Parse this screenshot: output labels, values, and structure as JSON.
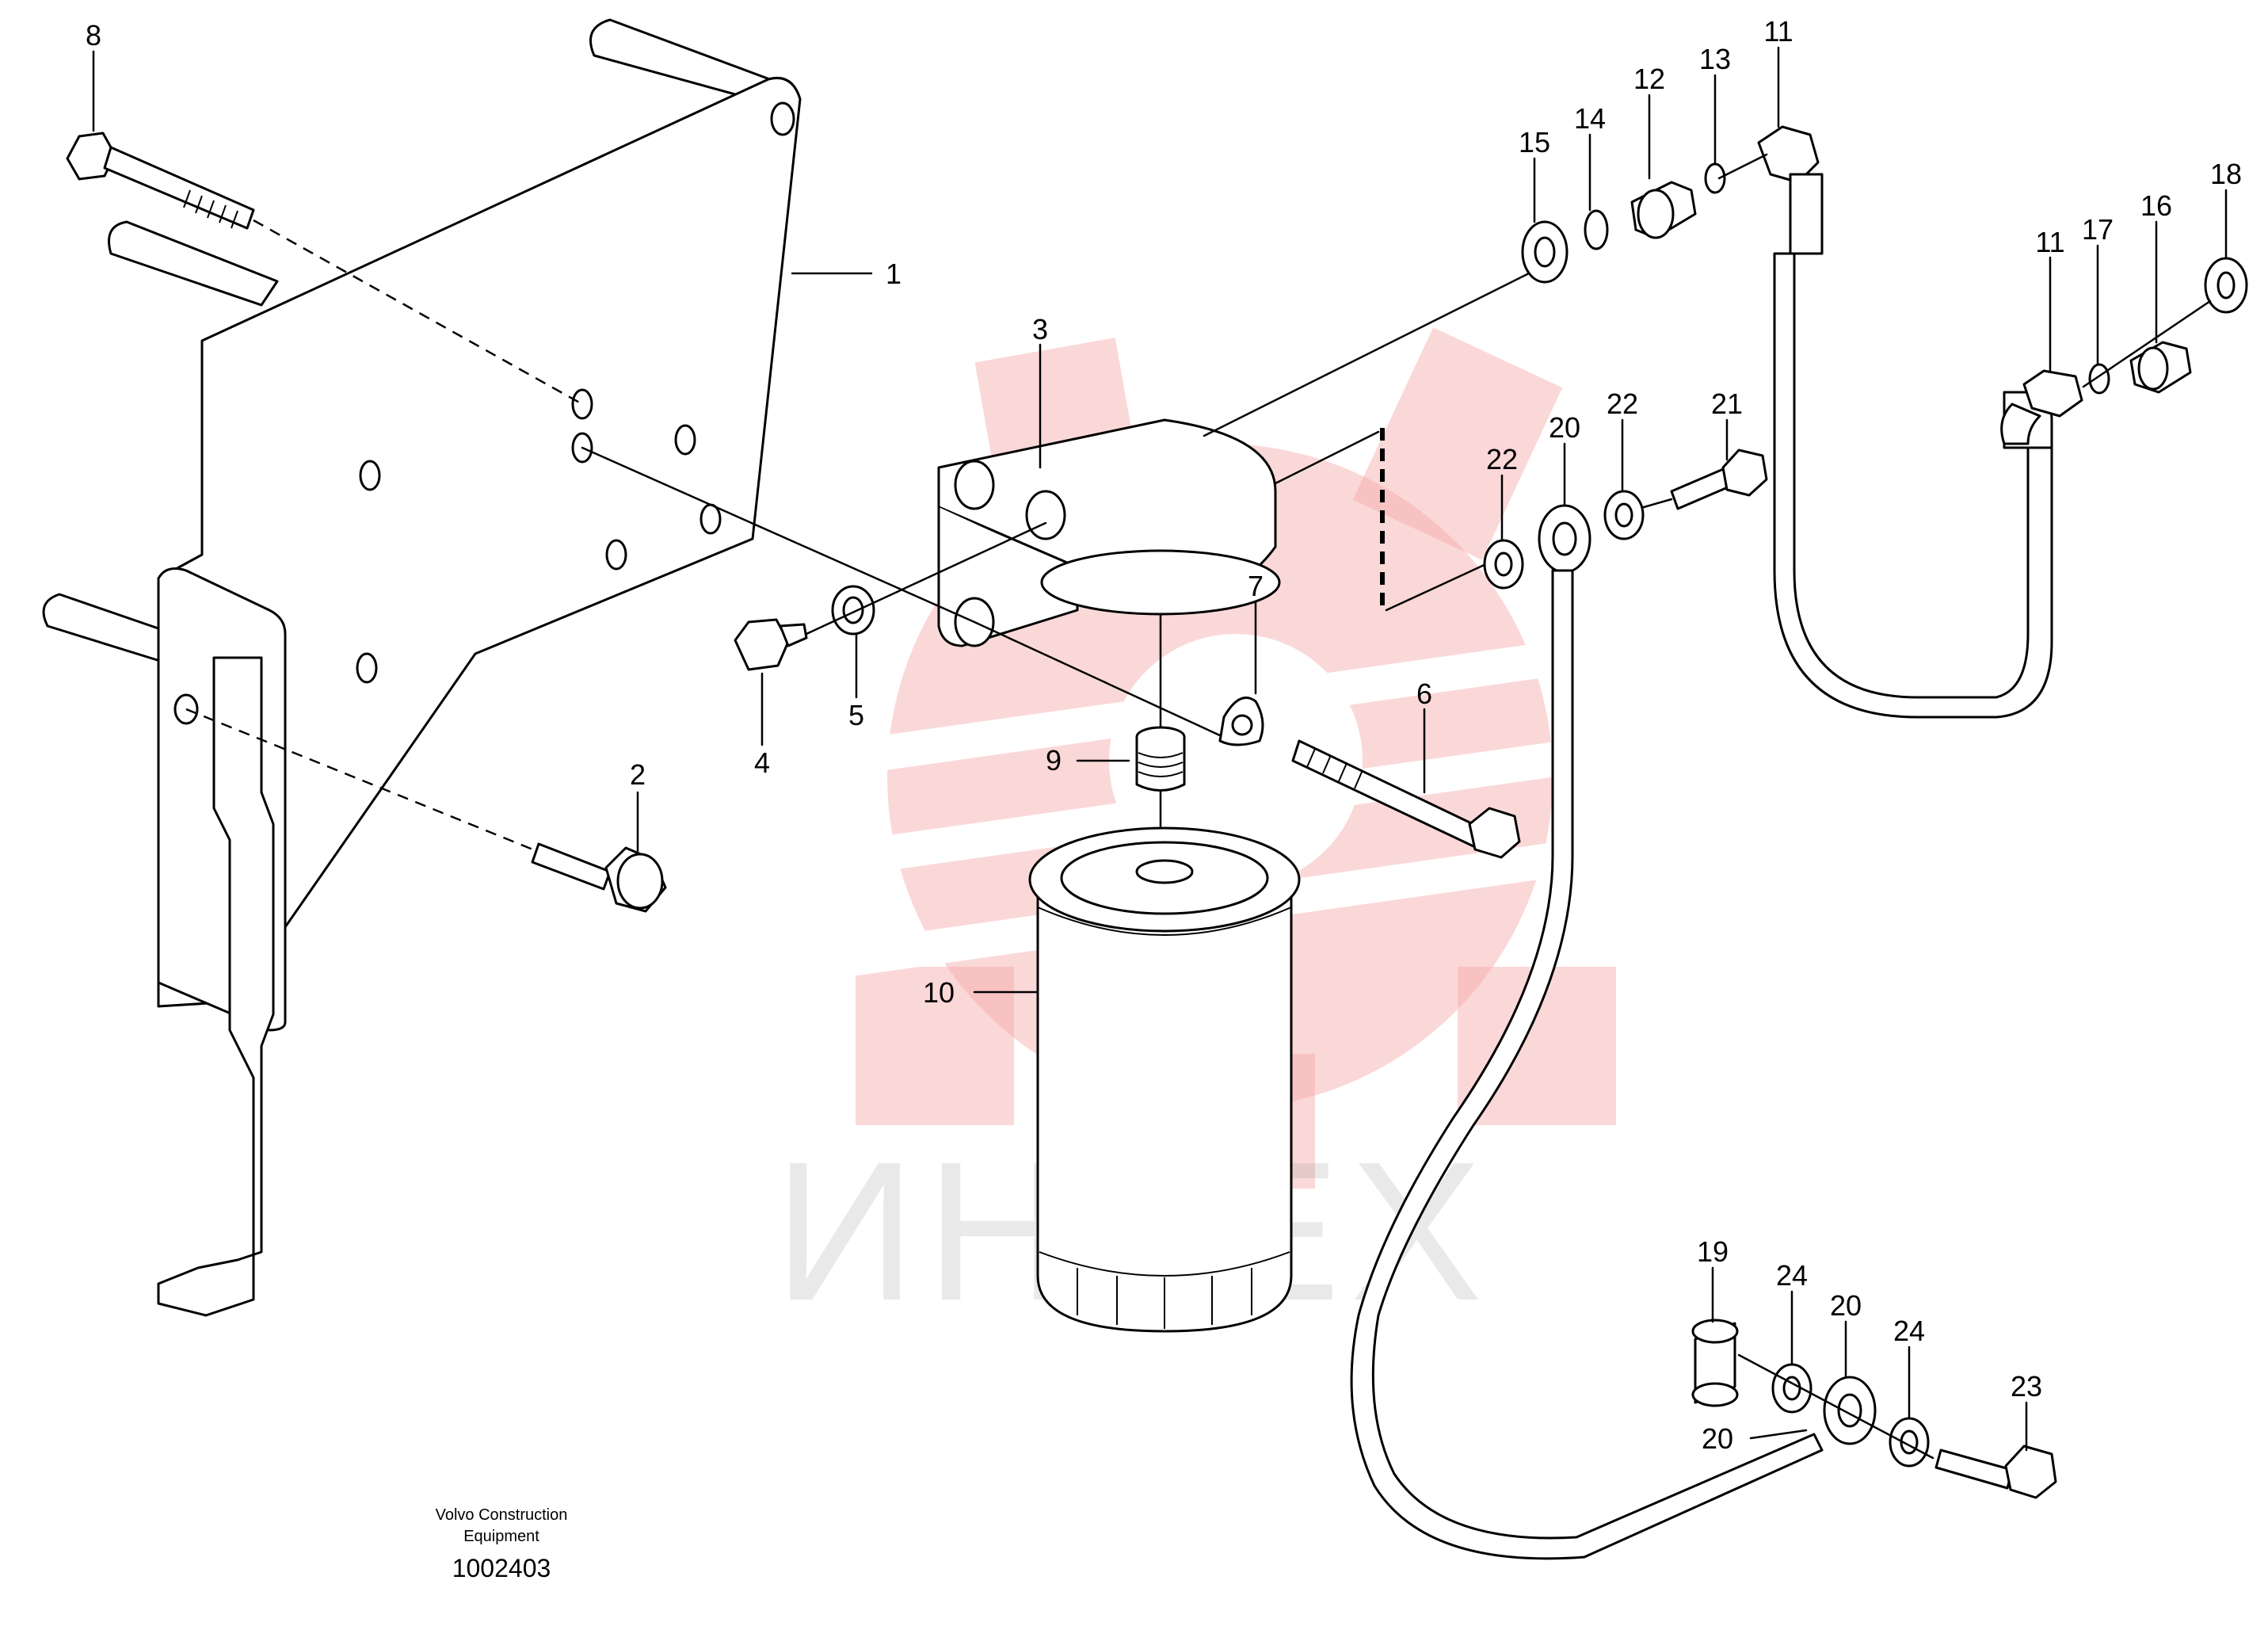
{
  "watermark": {
    "text": "ИНТЕХ",
    "logo_icon": "gear-logo-icon",
    "logo_color": "#f6a8a8"
  },
  "callouts": [
    {
      "id": "c1",
      "label": "1"
    },
    {
      "id": "c2",
      "label": "2"
    },
    {
      "id": "c3",
      "label": "3"
    },
    {
      "id": "c4",
      "label": "4"
    },
    {
      "id": "c5",
      "label": "5"
    },
    {
      "id": "c6",
      "label": "6"
    },
    {
      "id": "c7",
      "label": "7"
    },
    {
      "id": "c8",
      "label": "8"
    },
    {
      "id": "c9",
      "label": "9"
    },
    {
      "id": "c10",
      "label": "10"
    },
    {
      "id": "c11a",
      "label": "11"
    },
    {
      "id": "c11b",
      "label": "11"
    },
    {
      "id": "c12",
      "label": "12"
    },
    {
      "id": "c13",
      "label": "13"
    },
    {
      "id": "c14",
      "label": "14"
    },
    {
      "id": "c15",
      "label": "15"
    },
    {
      "id": "c16",
      "label": "16"
    },
    {
      "id": "c17",
      "label": "17"
    },
    {
      "id": "c18",
      "label": "18"
    },
    {
      "id": "c19",
      "label": "19"
    },
    {
      "id": "c20a",
      "label": "20"
    },
    {
      "id": "c20b",
      "label": "20"
    },
    {
      "id": "c20c",
      "label": "20"
    },
    {
      "id": "c21",
      "label": "21"
    },
    {
      "id": "c22a",
      "label": "22"
    },
    {
      "id": "c22b",
      "label": "22"
    },
    {
      "id": "c23",
      "label": "23"
    },
    {
      "id": "c24a",
      "label": "24"
    },
    {
      "id": "c24b",
      "label": "24"
    }
  ],
  "footer": {
    "company_line1": "Volvo Construction",
    "company_line2": "Equipment",
    "reference_number": "1002403"
  }
}
